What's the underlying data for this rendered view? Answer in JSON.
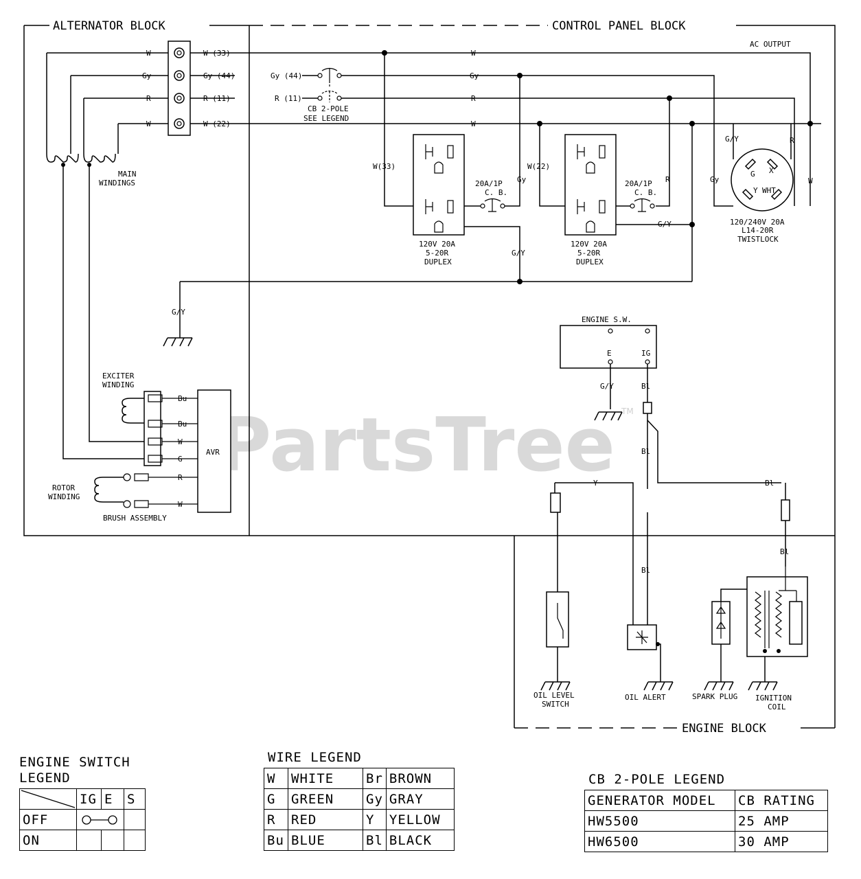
{
  "blocks": {
    "alternator": "ALTERNATOR BLOCK",
    "control_panel": "CONTROL PANEL BLOCK",
    "engine": "ENGINE BLOCK"
  },
  "watermark": {
    "text": "PartsTree",
    "tm": "TM"
  },
  "terminals": [
    {
      "in": "W",
      "out": "W (33)"
    },
    {
      "in": "Gy",
      "out": "Gy (44)"
    },
    {
      "in": "R",
      "out": "R (11)"
    },
    {
      "in": "W",
      "out": "W (22)"
    }
  ],
  "labels": {
    "ac_output": "AC OUTPUT",
    "w_top": "W",
    "gy_mid": "Gy",
    "r_mid": "R",
    "w_bot": "W",
    "gy44": "Gy (44)",
    "r11": "R (11)",
    "cb_line1": "CB 2-POLE",
    "cb_line2": "SEE LEGEND",
    "main_windings_1": "MAIN",
    "main_windings_2": "WINDINGS",
    "w33_v": "W(33)",
    "w22_v": "W(22)",
    "gy_v": "Gy",
    "r_v": "R",
    "cb20_1": "20A/1P",
    "cb20_2": "C. B.",
    "gy_duplex1": "G/Y",
    "gy_duplex2": "G/Y",
    "duplex_1": "120V 20A",
    "duplex_2": "5-20R",
    "duplex_3": "DUPLEX",
    "twist_gy_top": "G/Y",
    "twist_r": "R",
    "twist_gy_left": "Gy",
    "twist_w_right": "W",
    "twist_g": "G",
    "twist_x": "X",
    "twist_y": "Y",
    "twist_wht": "WHT",
    "twist_1": "120/240V 20A",
    "twist_2": "L14-20R",
    "twist_3": "TWISTLOCK",
    "ground_gy": "G/Y",
    "exciter_1": "EXCITER",
    "exciter_2": "WINDING",
    "avr": "AVR",
    "rotor_1": "ROTOR",
    "rotor_2": "WINDING",
    "brush": "BRUSH ASSEMBLY",
    "engine_sw": "ENGINE S.W.",
    "e_term": "E",
    "ig_term": "IG",
    "sw_gy": "G/Y",
    "bl_1": "Bl",
    "bl_2": "Bl",
    "bl_3": "Bl",
    "bl_4": "Bl",
    "bl_5": "Bl",
    "y_wire": "Y",
    "oil_level_1": "OIL LEVEL",
    "oil_level_2": "SWITCH",
    "oil_alert": "OIL ALERT",
    "spark_plug": "SPARK PLUG",
    "ignition_1": "IGNITION",
    "ignition_2": "COIL"
  },
  "avr_pins": [
    "Bu",
    "Bu",
    "W",
    "G",
    "R",
    "W"
  ],
  "engine_switch_legend": {
    "title": "ENGINE SWITCH\nLEGEND",
    "headers": [
      "IG",
      "E",
      "S"
    ],
    "rows": [
      "OFF",
      "ON"
    ]
  },
  "wire_legend": {
    "title": "WIRE LEGEND",
    "rows": [
      [
        "W",
        "WHITE",
        "Br",
        "BROWN"
      ],
      [
        "G",
        "GREEN",
        "Gy",
        "GRAY"
      ],
      [
        "R",
        "RED",
        "Y",
        "YELLOW"
      ],
      [
        "Bu",
        "BLUE",
        "Bl",
        "BLACK"
      ]
    ]
  },
  "cb_legend": {
    "title": "CB 2-POLE LEGEND",
    "headers": [
      "GENERATOR MODEL",
      "CB RATING"
    ],
    "rows": [
      [
        "HW5500",
        "25 AMP"
      ],
      [
        "HW6500",
        "30 AMP"
      ]
    ]
  }
}
